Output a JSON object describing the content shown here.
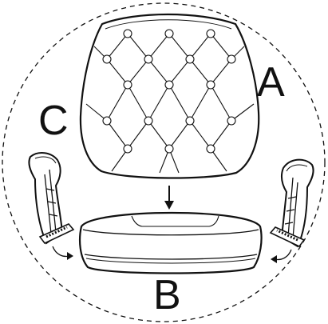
{
  "labels": {
    "backrest": "A",
    "seat": "B",
    "armrests": "C"
  },
  "colors": {
    "ink": "#111111",
    "paper": "#ffffff"
  },
  "icons": [
    "arrow-down-icon",
    "curved-arrow-icon",
    "tufting-button-icon"
  ]
}
